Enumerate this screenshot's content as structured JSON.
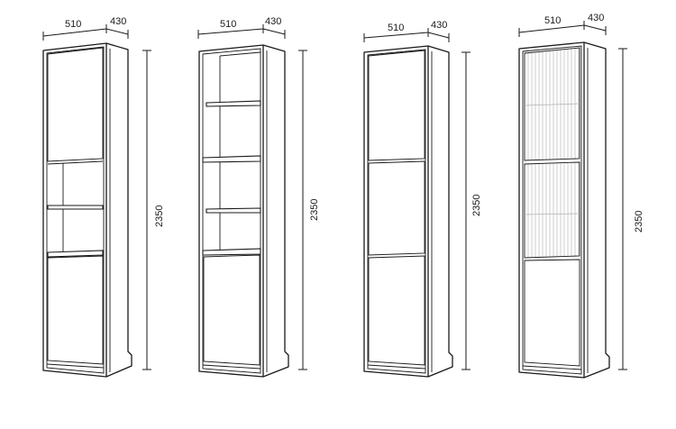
{
  "cabinets": [
    {
      "id": "open-middle",
      "width": "510",
      "depth": "430",
      "height": "2350"
    },
    {
      "id": "open-top",
      "width": "510",
      "depth": "430",
      "height": "2350"
    },
    {
      "id": "three-doors",
      "width": "510",
      "depth": "430",
      "height": "2350"
    },
    {
      "id": "glass-doors",
      "width": "510",
      "depth": "430",
      "height": "2350"
    }
  ]
}
